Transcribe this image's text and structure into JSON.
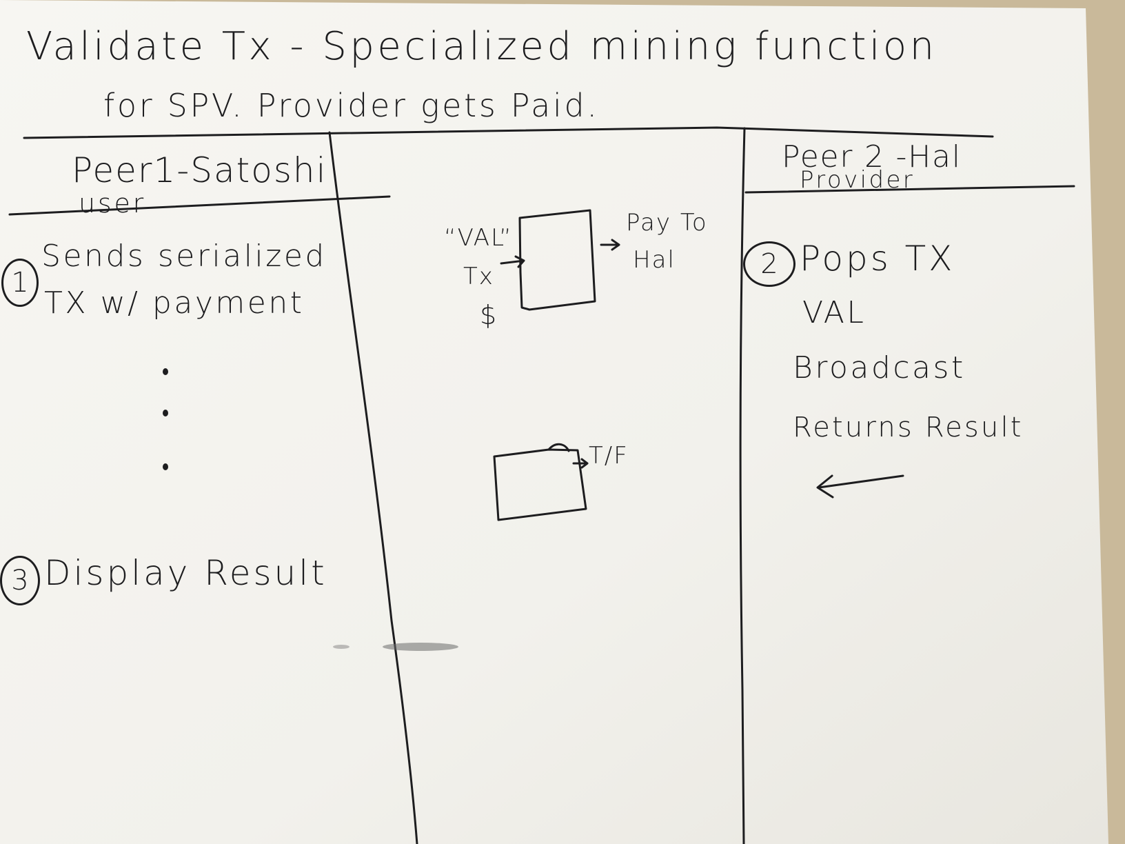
{
  "title_line1": "Validate Tx - Specialized mining function",
  "title_line2": "for SPV. Provider gets Paid.",
  "peer1": {
    "name": "Peer1-Satoshi",
    "role": "user",
    "step1_number": "1",
    "step1_line1": "Sends serialized",
    "step1_line2": "TX w/ payment",
    "step3_number": "3",
    "step3_text": "Display Result"
  },
  "middle": {
    "input_val": "“VAL”",
    "input_tx": "Tx",
    "input_dollar": "$",
    "pay_line1": "Pay To",
    "pay_line2": "Hal",
    "result_label": "T/F"
  },
  "peer2": {
    "name": "Peer 2 -Hal",
    "role": "Provider",
    "step2_number": "2",
    "steps": [
      "Pops TX",
      "VAL",
      "Broadcast",
      "Returns Result"
    ]
  },
  "colors": {
    "ink": "#1d1d1f",
    "paper": "#f4f3ef",
    "background": "#c9b99a"
  }
}
